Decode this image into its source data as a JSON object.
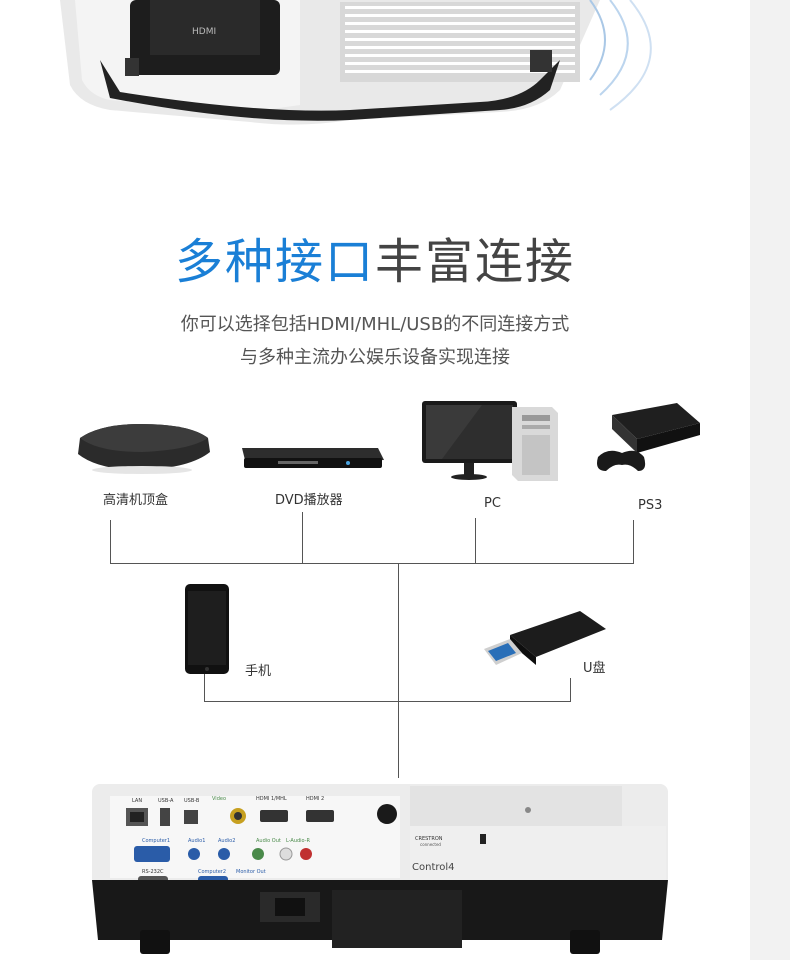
{
  "headline": {
    "blue": "多种接口",
    "dark": "丰富连接"
  },
  "subtitle": {
    "line1": "你可以选择包括HDMI/MHL/USB的不同连接方式",
    "line2": "与多种主流办公娱乐设备实现连接"
  },
  "devices": {
    "set_top_box": "高清机顶盒",
    "dvd": "DVD播放器",
    "pc": "PC",
    "ps3": "PS3",
    "phone": "手机",
    "usb": "U盘"
  },
  "projector_ports": {
    "lan": "LAN",
    "usb_a": "USB-A",
    "usb_b": "USB-B",
    "video": "Video",
    "hdmi1": "HDMI 1/MHL",
    "hdmi2": "HDMI 2",
    "computer1": "Computer1",
    "audio1": "Audio1",
    "audio2": "Audio2",
    "audio_out": "Audio Out",
    "l_audio_r": "L-Audio-R",
    "rs232c": "RS-232C",
    "computer2": "Computer2",
    "monitor_out": "Monitor Out",
    "crestron": "CRESTRON",
    "crestron_sub": "connected",
    "control4": "Control4",
    "hdmi_logo": "HDMI"
  }
}
